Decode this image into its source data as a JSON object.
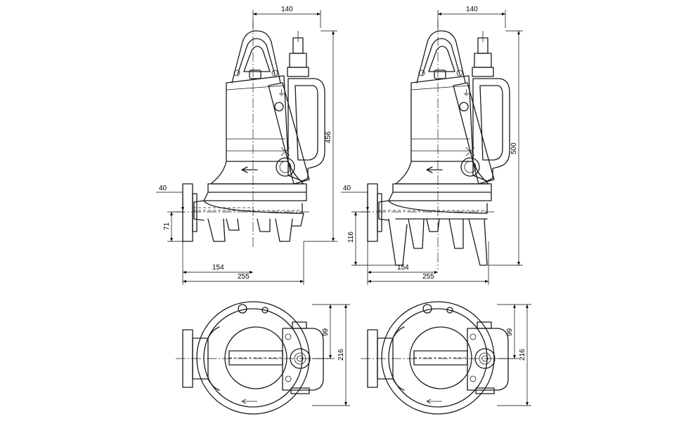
{
  "dimensions": {
    "left_side": {
      "top_width": "140",
      "total_height": "456",
      "flange_thickness": "40",
      "outlet_height": "71",
      "outlet_to_center": "154",
      "overall_width": "255"
    },
    "right_side": {
      "top_width": "140",
      "total_height": "500",
      "flange_thickness": "40",
      "outlet_height": "116",
      "outlet_to_center": "154",
      "overall_width": "255"
    },
    "left_top": {
      "half_depth": "99",
      "total_depth": "216"
    },
    "right_top": {
      "half_depth": "99",
      "total_depth": "216"
    }
  },
  "symbols": {
    "ground": "⏚",
    "flow_arrow": "arrow-left-icon",
    "rotation": "fan-icon"
  }
}
